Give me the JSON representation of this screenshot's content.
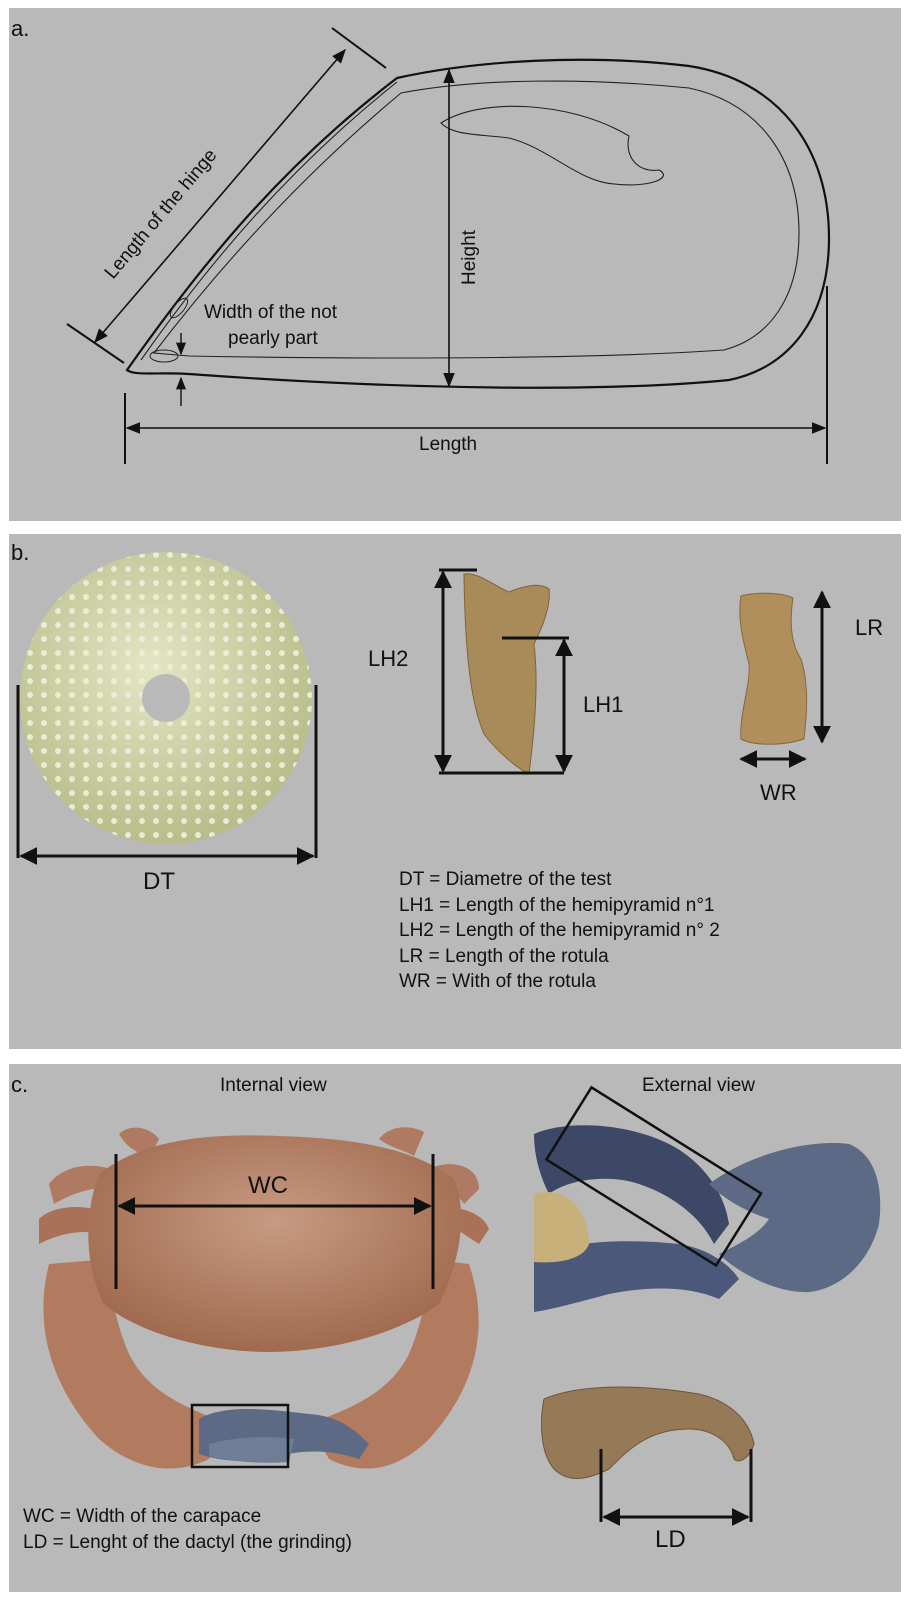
{
  "panel_a": {
    "label": "a.",
    "hinge": "Length of the hinge",
    "height": "Height",
    "width_line1": "Width of the not",
    "width_line2": "pearly part",
    "length": "Length"
  },
  "panel_b": {
    "label": "b.",
    "dt": "DT",
    "lh1": "LH1",
    "lh2": "LH2",
    "lr": "LR",
    "wr": "WR",
    "legend": [
      "DT = Diametre of the test",
      "LH1 = Length of the hemipyramid n°1",
      "LH2 = Length of the hemipyramid n° 2",
      "LR = Length of the rotula",
      "WR = With of the rotula"
    ]
  },
  "panel_c": {
    "label": "c.",
    "internal": "Internal view",
    "external": "External view",
    "wc": "WC",
    "ld": "LD",
    "legend": [
      "WC = Width of the carapace",
      "LD = Lenght of the dactyl (the grinding)"
    ]
  },
  "colors": {
    "panel_bg": "#b9b9b9",
    "urchin": "#d2d6ab",
    "tooth": "#a88b58",
    "crab": "#b27a5e",
    "claw": "#5c6a86"
  }
}
